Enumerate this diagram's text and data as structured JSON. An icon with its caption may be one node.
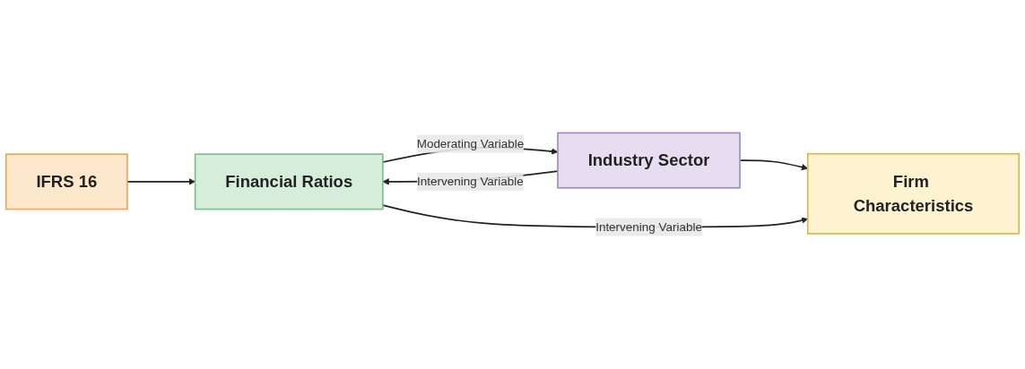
{
  "diagram": {
    "nodes": [
      {
        "text": [
          "IFRS 16"
        ]
      },
      {
        "text": [
          "Financial Ratios"
        ]
      },
      {
        "text": [
          "Industry Sector"
        ]
      },
      {
        "text": [
          "Firm Characteristics"
        ]
      }
    ],
    "edges": [
      {
        "from": 1,
        "to": 2,
        "label": "Moderating Variable",
        "arrow": "to"
      },
      {
        "from": 0,
        "to": 1,
        "arrow": "to"
      },
      {
        "from": 2,
        "to": 1,
        "label": "Intervening Variable",
        "arrow": "to"
      },
      {
        "from": 2,
        "to": 3,
        "arrow": "to"
      },
      {
        "from": 1,
        "to": 3,
        "label": "Intervening Variable",
        "arrow": "to"
      }
    ]
  }
}
